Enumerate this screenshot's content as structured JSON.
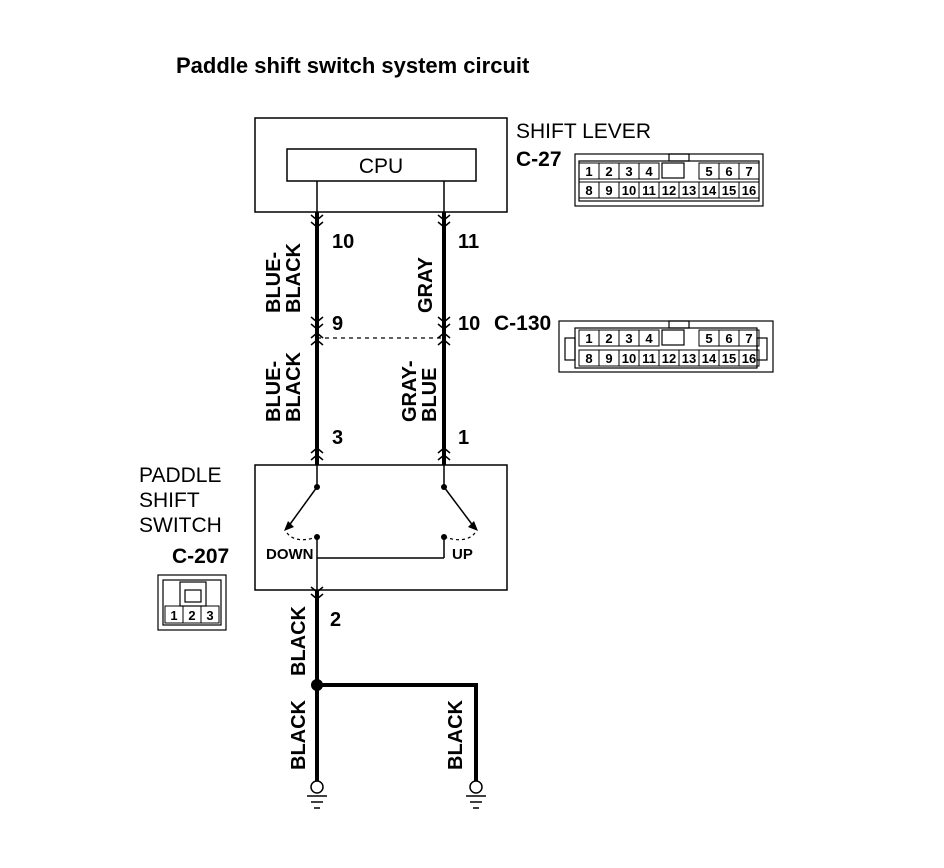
{
  "title": "Paddle shift switch system circuit",
  "shift_lever": {
    "name": "SHIFT LEVER",
    "connector": "C-27",
    "cpu_label": "CPU",
    "pin_left": "10",
    "pin_right": "11",
    "connector_pins_top": [
      "1",
      "2",
      "3",
      "4",
      "5",
      "6",
      "7"
    ],
    "connector_pins_bottom": [
      "8",
      "9",
      "10",
      "11",
      "12",
      "13",
      "14",
      "15",
      "16"
    ]
  },
  "wires": {
    "upper_left_color": "BLUE-BLACK",
    "upper_right_color": "GRAY",
    "lower_left_color": "BLUE-BLACK",
    "lower_right_color": "GRAY-BLUE",
    "ground_main_color": "BLACK",
    "ground_left_color": "BLACK",
    "ground_right_color": "BLACK"
  },
  "intermediate_connector": {
    "name": "C-130",
    "pin_left": "9",
    "pin_right": "10",
    "connector_pins_top": [
      "1",
      "2",
      "3",
      "4",
      "5",
      "6",
      "7"
    ],
    "connector_pins_bottom": [
      "8",
      "9",
      "10",
      "11",
      "12",
      "13",
      "14",
      "15",
      "16"
    ]
  },
  "paddle_switch": {
    "name_line1": "PADDLE",
    "name_line2": "SHIFT",
    "name_line3": "SWITCH",
    "connector": "C-207",
    "pin_left": "3",
    "pin_right": "1",
    "pin_ground": "2",
    "down_label": "DOWN",
    "up_label": "UP",
    "connector_pins": [
      "1",
      "2",
      "3"
    ]
  }
}
